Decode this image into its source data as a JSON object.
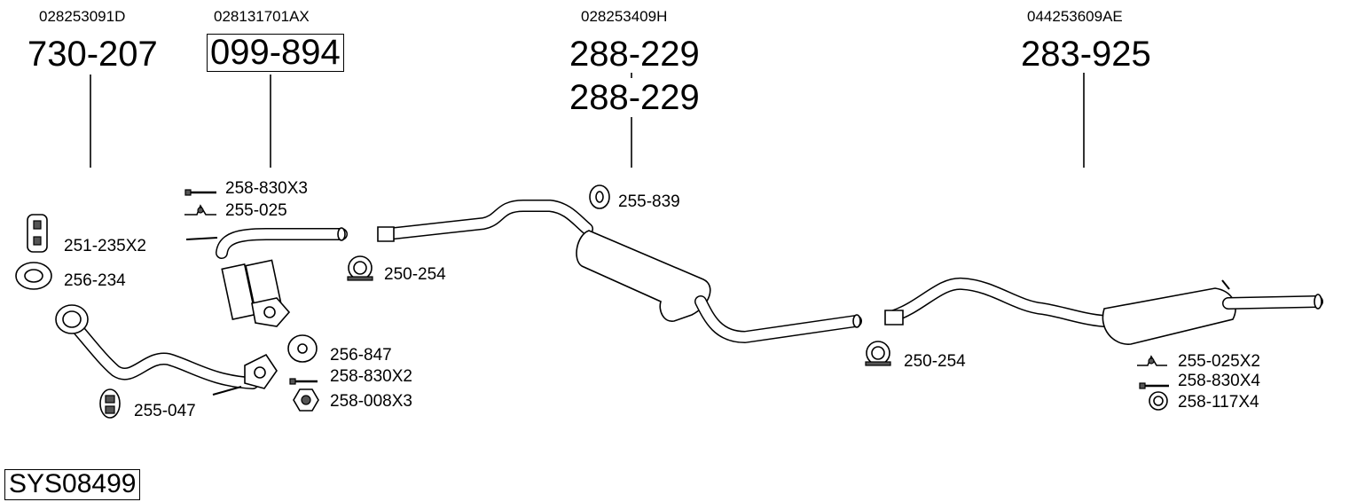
{
  "oem_numbers": [
    "028253091D",
    "028131701AX",
    "028253409H",
    "044253609AE"
  ],
  "main_parts": {
    "p1": "730-207",
    "p2": "099-894",
    "p3a": "288-229",
    "p3b": "288-229",
    "p4": "283-925"
  },
  "accessories": {
    "a_258_830x3": "258-830X3",
    "a_255_025": "255-025",
    "a_251_235x2": "251-235X2",
    "a_256_234": "256-234",
    "a_250_254_left": "250-254",
    "a_255_839": "255-839",
    "a_256_847": "256-847",
    "a_258_830x2": "258-830X2",
    "a_258_008x3": "258-008X3",
    "a_255_047": "255-047",
    "a_250_254_right": "250-254",
    "a_255_025x2": "255-025X2",
    "a_258_830x4": "258-830X4",
    "a_258_117x4": "258-117X4"
  },
  "system_id": "SYS08499"
}
